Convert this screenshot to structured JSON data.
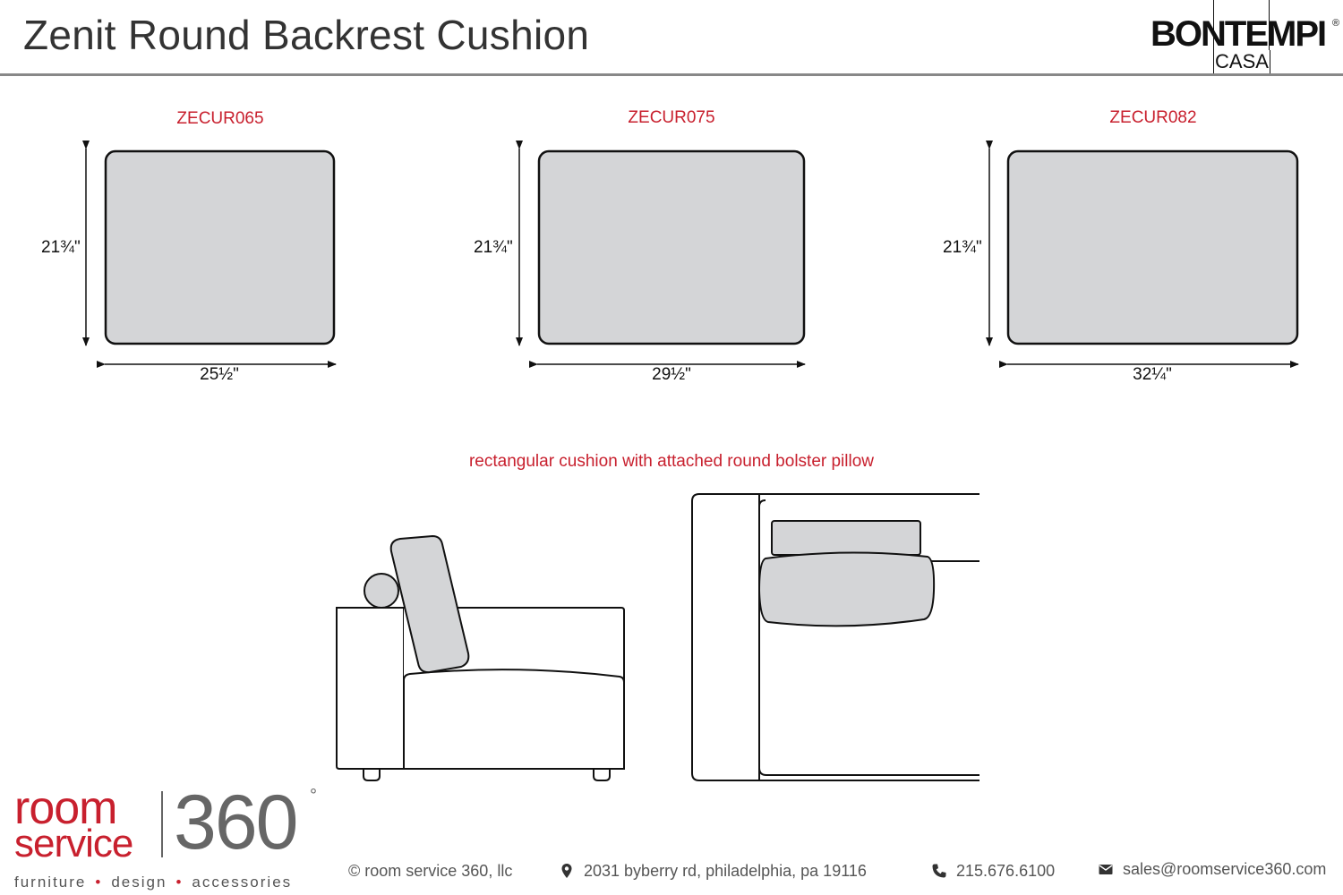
{
  "header": {
    "title": "Zenit Round Backrest Cushion",
    "brand": {
      "name": "BONTEMPI",
      "sub": "CASA",
      "reg": "®"
    }
  },
  "models": [
    {
      "code": "ZECUR065",
      "height": "21¾\"",
      "width": "25½\""
    },
    {
      "code": "ZECUR075",
      "height": "21¾\"",
      "width": "29½\""
    },
    {
      "code": "ZECUR082",
      "height": "21¾\"",
      "width": "32¼\""
    }
  ],
  "caption": "rectangular cushion with attached round bolster pillow",
  "colors": {
    "accent": "#c8202e",
    "cushion_fill": "#d4d5d7",
    "outline": "#111111"
  },
  "footer": {
    "logo": {
      "room": "room",
      "service": "service",
      "number": "360",
      "degree": "°",
      "tagline": [
        "furniture",
        "design",
        "accessories"
      ]
    },
    "company": "© room service 360, llc",
    "address": "2031 byberry rd, philadelphia, pa 19116",
    "phone": "215.676.6100",
    "email": "sales@roomservice360.com",
    "icons": {
      "address": "map-pin-icon",
      "phone": "phone-icon",
      "email": "envelope-icon"
    }
  }
}
